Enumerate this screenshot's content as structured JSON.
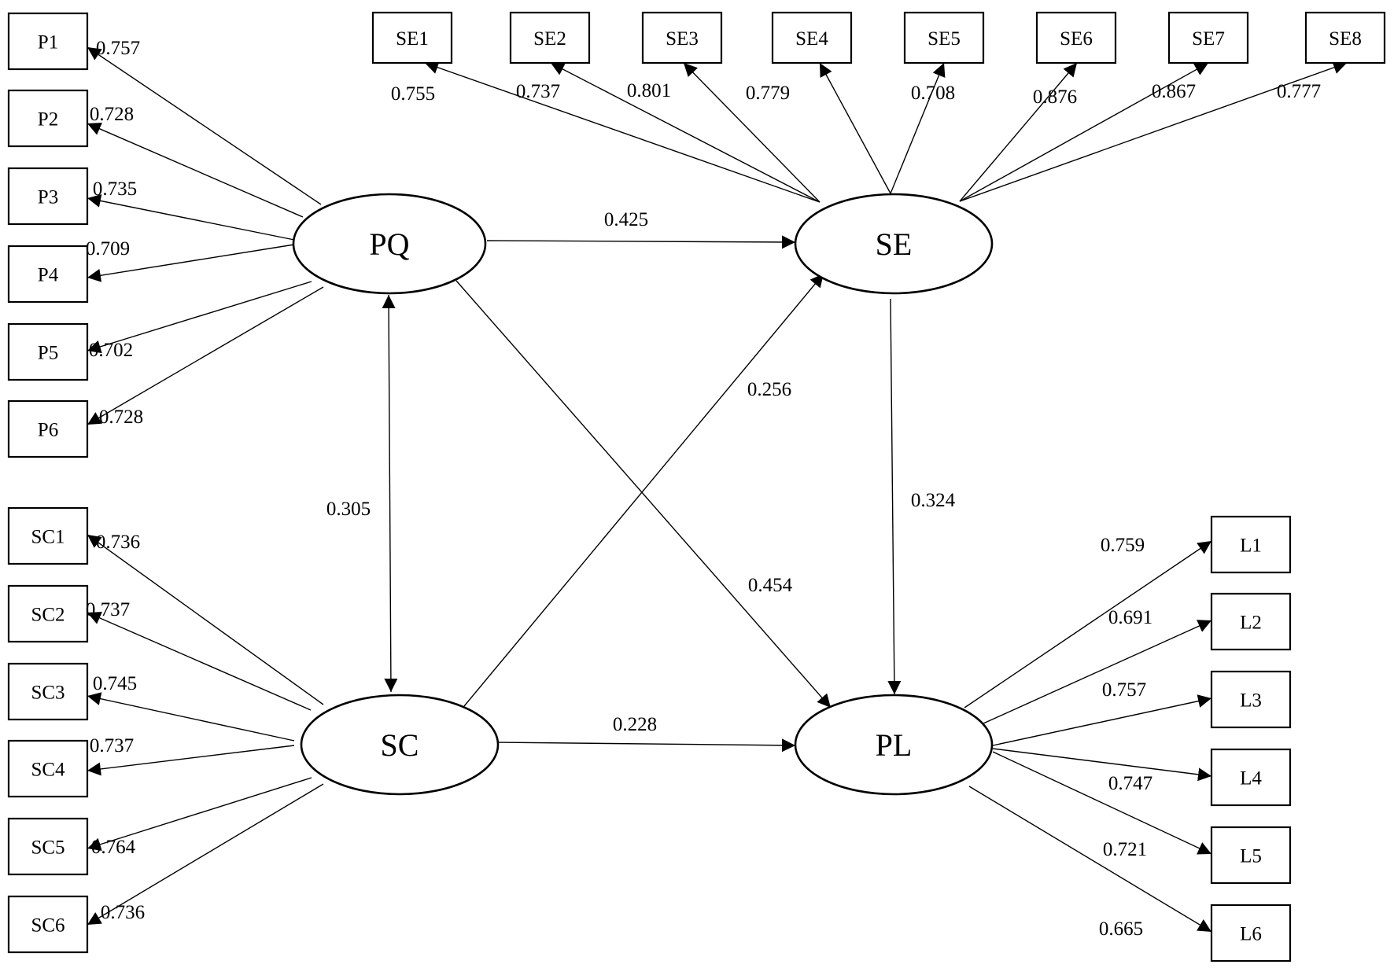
{
  "latents": [
    {
      "id": "PQ",
      "label": "PQ"
    },
    {
      "id": "SE",
      "label": "SE"
    },
    {
      "id": "SC",
      "label": "SC"
    },
    {
      "id": "PL",
      "label": "PL"
    }
  ],
  "indicators": [
    {
      "id": "P1",
      "label": "P1",
      "latent": "PQ",
      "loading": "0.757"
    },
    {
      "id": "P2",
      "label": "P2",
      "latent": "PQ",
      "loading": "0.728"
    },
    {
      "id": "P3",
      "label": "P3",
      "latent": "PQ",
      "loading": "0.735"
    },
    {
      "id": "P4",
      "label": "P4",
      "latent": "PQ",
      "loading": "0.709"
    },
    {
      "id": "P5",
      "label": "P5",
      "latent": "PQ",
      "loading": "0.702"
    },
    {
      "id": "P6",
      "label": "P6",
      "latent": "PQ",
      "loading": "0.728"
    },
    {
      "id": "SE1",
      "label": "SE1",
      "latent": "SE",
      "loading": "0.755"
    },
    {
      "id": "SE2",
      "label": "SE2",
      "latent": "SE",
      "loading": "0.737"
    },
    {
      "id": "SE3",
      "label": "SE3",
      "latent": "SE",
      "loading": "0.801"
    },
    {
      "id": "SE4",
      "label": "SE4",
      "latent": "SE",
      "loading": "0.779"
    },
    {
      "id": "SE5",
      "label": "SE5",
      "latent": "SE",
      "loading": "0.708"
    },
    {
      "id": "SE6",
      "label": "SE6",
      "latent": "SE",
      "loading": "0.876"
    },
    {
      "id": "SE7",
      "label": "SE7",
      "latent": "SE",
      "loading": "0.867"
    },
    {
      "id": "SE8",
      "label": "SE8",
      "latent": "SE",
      "loading": "0.777"
    },
    {
      "id": "SC1",
      "label": "SC1",
      "latent": "SC",
      "loading": "0.736"
    },
    {
      "id": "SC2",
      "label": "SC2",
      "latent": "SC",
      "loading": "0.737"
    },
    {
      "id": "SC3",
      "label": "SC3",
      "latent": "SC",
      "loading": "0.745"
    },
    {
      "id": "SC4",
      "label": "SC4",
      "latent": "SC",
      "loading": "0.737"
    },
    {
      "id": "SC5",
      "label": "SC5",
      "latent": "SC",
      "loading": "0.764"
    },
    {
      "id": "SC6",
      "label": "SC6",
      "latent": "SC",
      "loading": "0.736"
    },
    {
      "id": "L1",
      "label": "L1",
      "latent": "PL",
      "loading": "0.759"
    },
    {
      "id": "L2",
      "label": "L2",
      "latent": "PL",
      "loading": "0.691"
    },
    {
      "id": "L3",
      "label": "L3",
      "latent": "PL",
      "loading": "0.757"
    },
    {
      "id": "L4",
      "label": "L4",
      "latent": "PL",
      "loading": "0.747"
    },
    {
      "id": "L5",
      "label": "L5",
      "latent": "PL",
      "loading": "0.721"
    },
    {
      "id": "L6",
      "label": "L6",
      "latent": "PL",
      "loading": "0.665"
    }
  ],
  "paths": [
    {
      "id": "PQ-SE",
      "from": "PQ",
      "to": "SE",
      "coef": "0.425",
      "bidirectional": false
    },
    {
      "id": "PQ-SC",
      "from": "PQ",
      "to": "SC",
      "coef": "0.305",
      "bidirectional": true
    },
    {
      "id": "PQ-PL",
      "from": "PQ",
      "to": "PL",
      "coef": "0.454",
      "bidirectional": false
    },
    {
      "id": "SC-SE",
      "from": "SC",
      "to": "SE",
      "coef": "0.256",
      "bidirectional": false
    },
    {
      "id": "SC-PL",
      "from": "SC",
      "to": "PL",
      "coef": "0.228",
      "bidirectional": false
    },
    {
      "id": "SE-PL",
      "from": "SE",
      "to": "PL",
      "coef": "0.324",
      "bidirectional": false
    }
  ]
}
